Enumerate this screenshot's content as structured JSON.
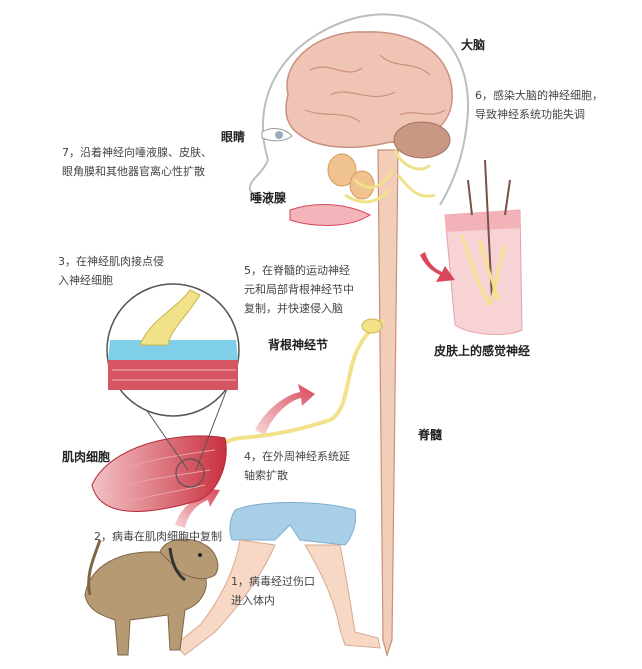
{
  "labels": {
    "brain": "大脑",
    "eye": "眼睛",
    "salivary": "唾液腺",
    "skin_nerve": "皮肤上的感觉神经",
    "dorsal_ganglion": "背根神经节",
    "spine": "脊髓",
    "muscle_cell": "肌肉细胞"
  },
  "steps": {
    "s1": [
      "1，病毒经过伤口",
      "进入体内"
    ],
    "s2": [
      "2，病毒在肌肉细胞中复制"
    ],
    "s3": [
      "3，在神经肌肉接点侵",
      "入神经细胞"
    ],
    "s4": [
      "4，在外周神经系统延",
      "轴索扩散"
    ],
    "s5": [
      "5，在脊髓的运动神经",
      "元和局部背根神经节中",
      "复制，并快速侵入脑"
    ],
    "s6": [
      "6，感染大脑的神经细胞，",
      "导致神经系统功能失调"
    ],
    "s7": [
      "7，沿着神经向唾液腺、皮肤、",
      "眼角膜和其他器官离心性扩散"
    ]
  },
  "colors": {
    "brain": "#f0c4b4",
    "spine": "#f2cdb8",
    "nerve": "#f1e28a",
    "muscle": "#d9475a",
    "arrow": "#d9475a",
    "shorts": "#a9cfe8",
    "dog": "#b59a74"
  }
}
